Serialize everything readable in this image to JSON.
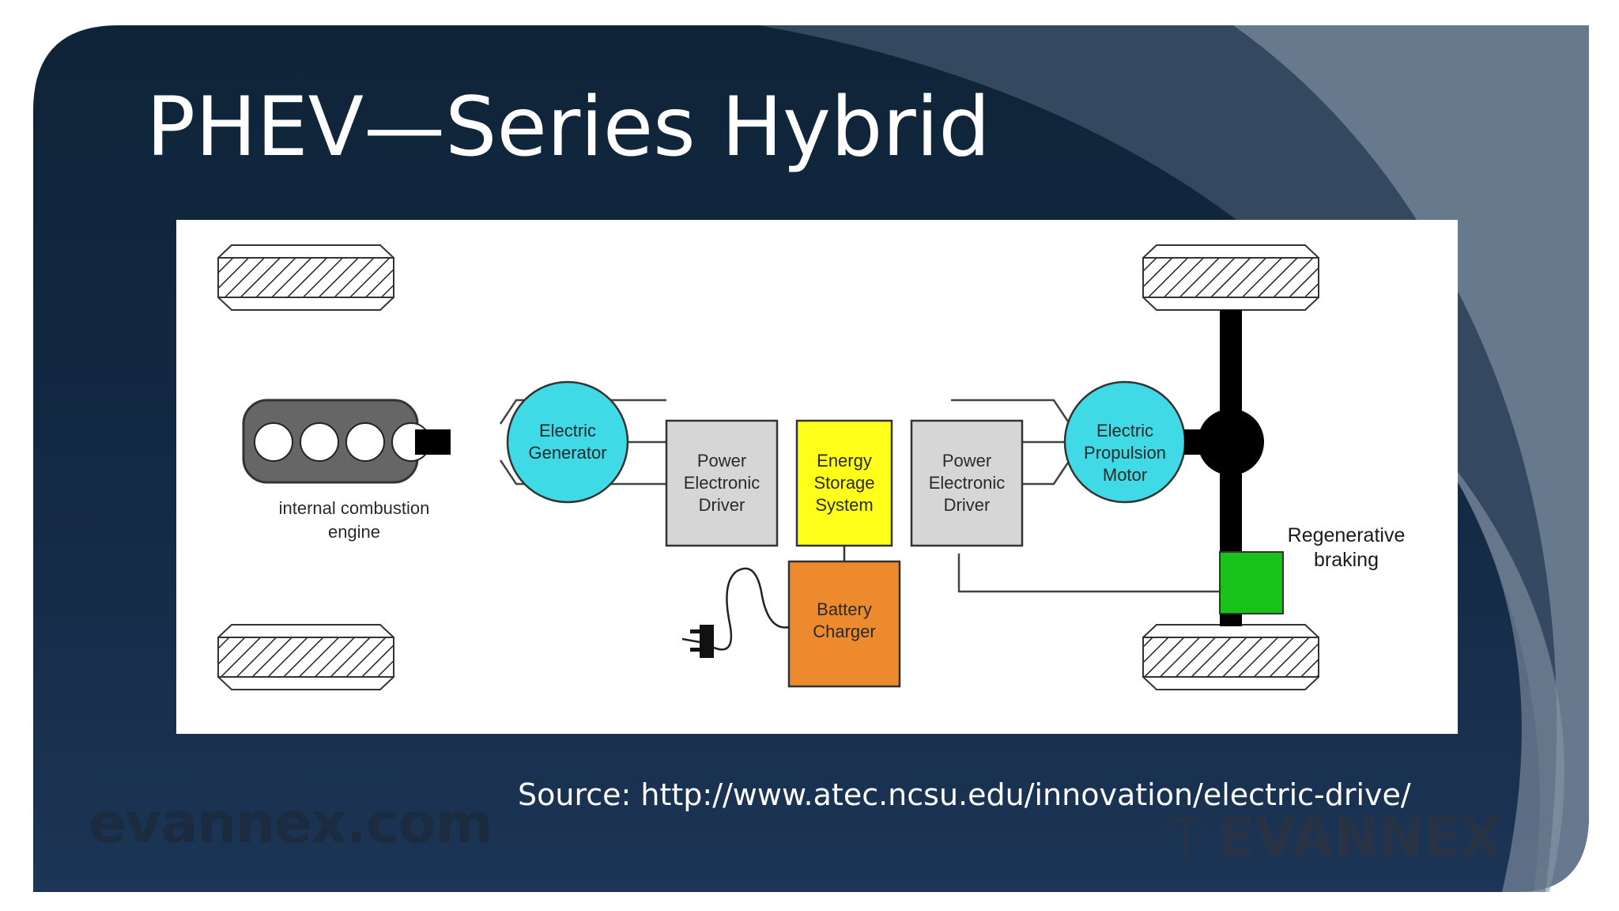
{
  "slide": {
    "title": "PHEV—Series Hybrid",
    "source": "Source: http://www.atec.ncsu.edu/innovation/electric-drive/"
  },
  "watermarks": {
    "left_logo": "evannex.com",
    "right_logo": "EVANNEX"
  },
  "diagram": {
    "engine_label": [
      "internal combustion",
      "engine"
    ],
    "generator": [
      "Electric",
      "Generator"
    ],
    "driver_left": [
      "Power",
      "Electronic",
      "Driver"
    ],
    "storage": [
      "Energy",
      "Storage",
      "System"
    ],
    "driver_right": [
      "Power",
      "Electronic",
      "Driver"
    ],
    "motor": [
      "Electric",
      "Propulsion",
      "Motor"
    ],
    "charger": [
      "Battery",
      "Charger"
    ],
    "regen": [
      "Regenerative",
      "braking"
    ]
  },
  "colors": {
    "bg_dark": "#10233a",
    "bg_mid": "#1a3152",
    "swoosh_light": "#6b7e92",
    "swoosh_mid": "#4a5f77",
    "circle_cyan": "#40d9e6",
    "driver_gray": "#d6d6d6",
    "storage_yellow": "#ffff1a",
    "charger_orange": "#ee8a2e",
    "regen_green": "#19c219"
  }
}
